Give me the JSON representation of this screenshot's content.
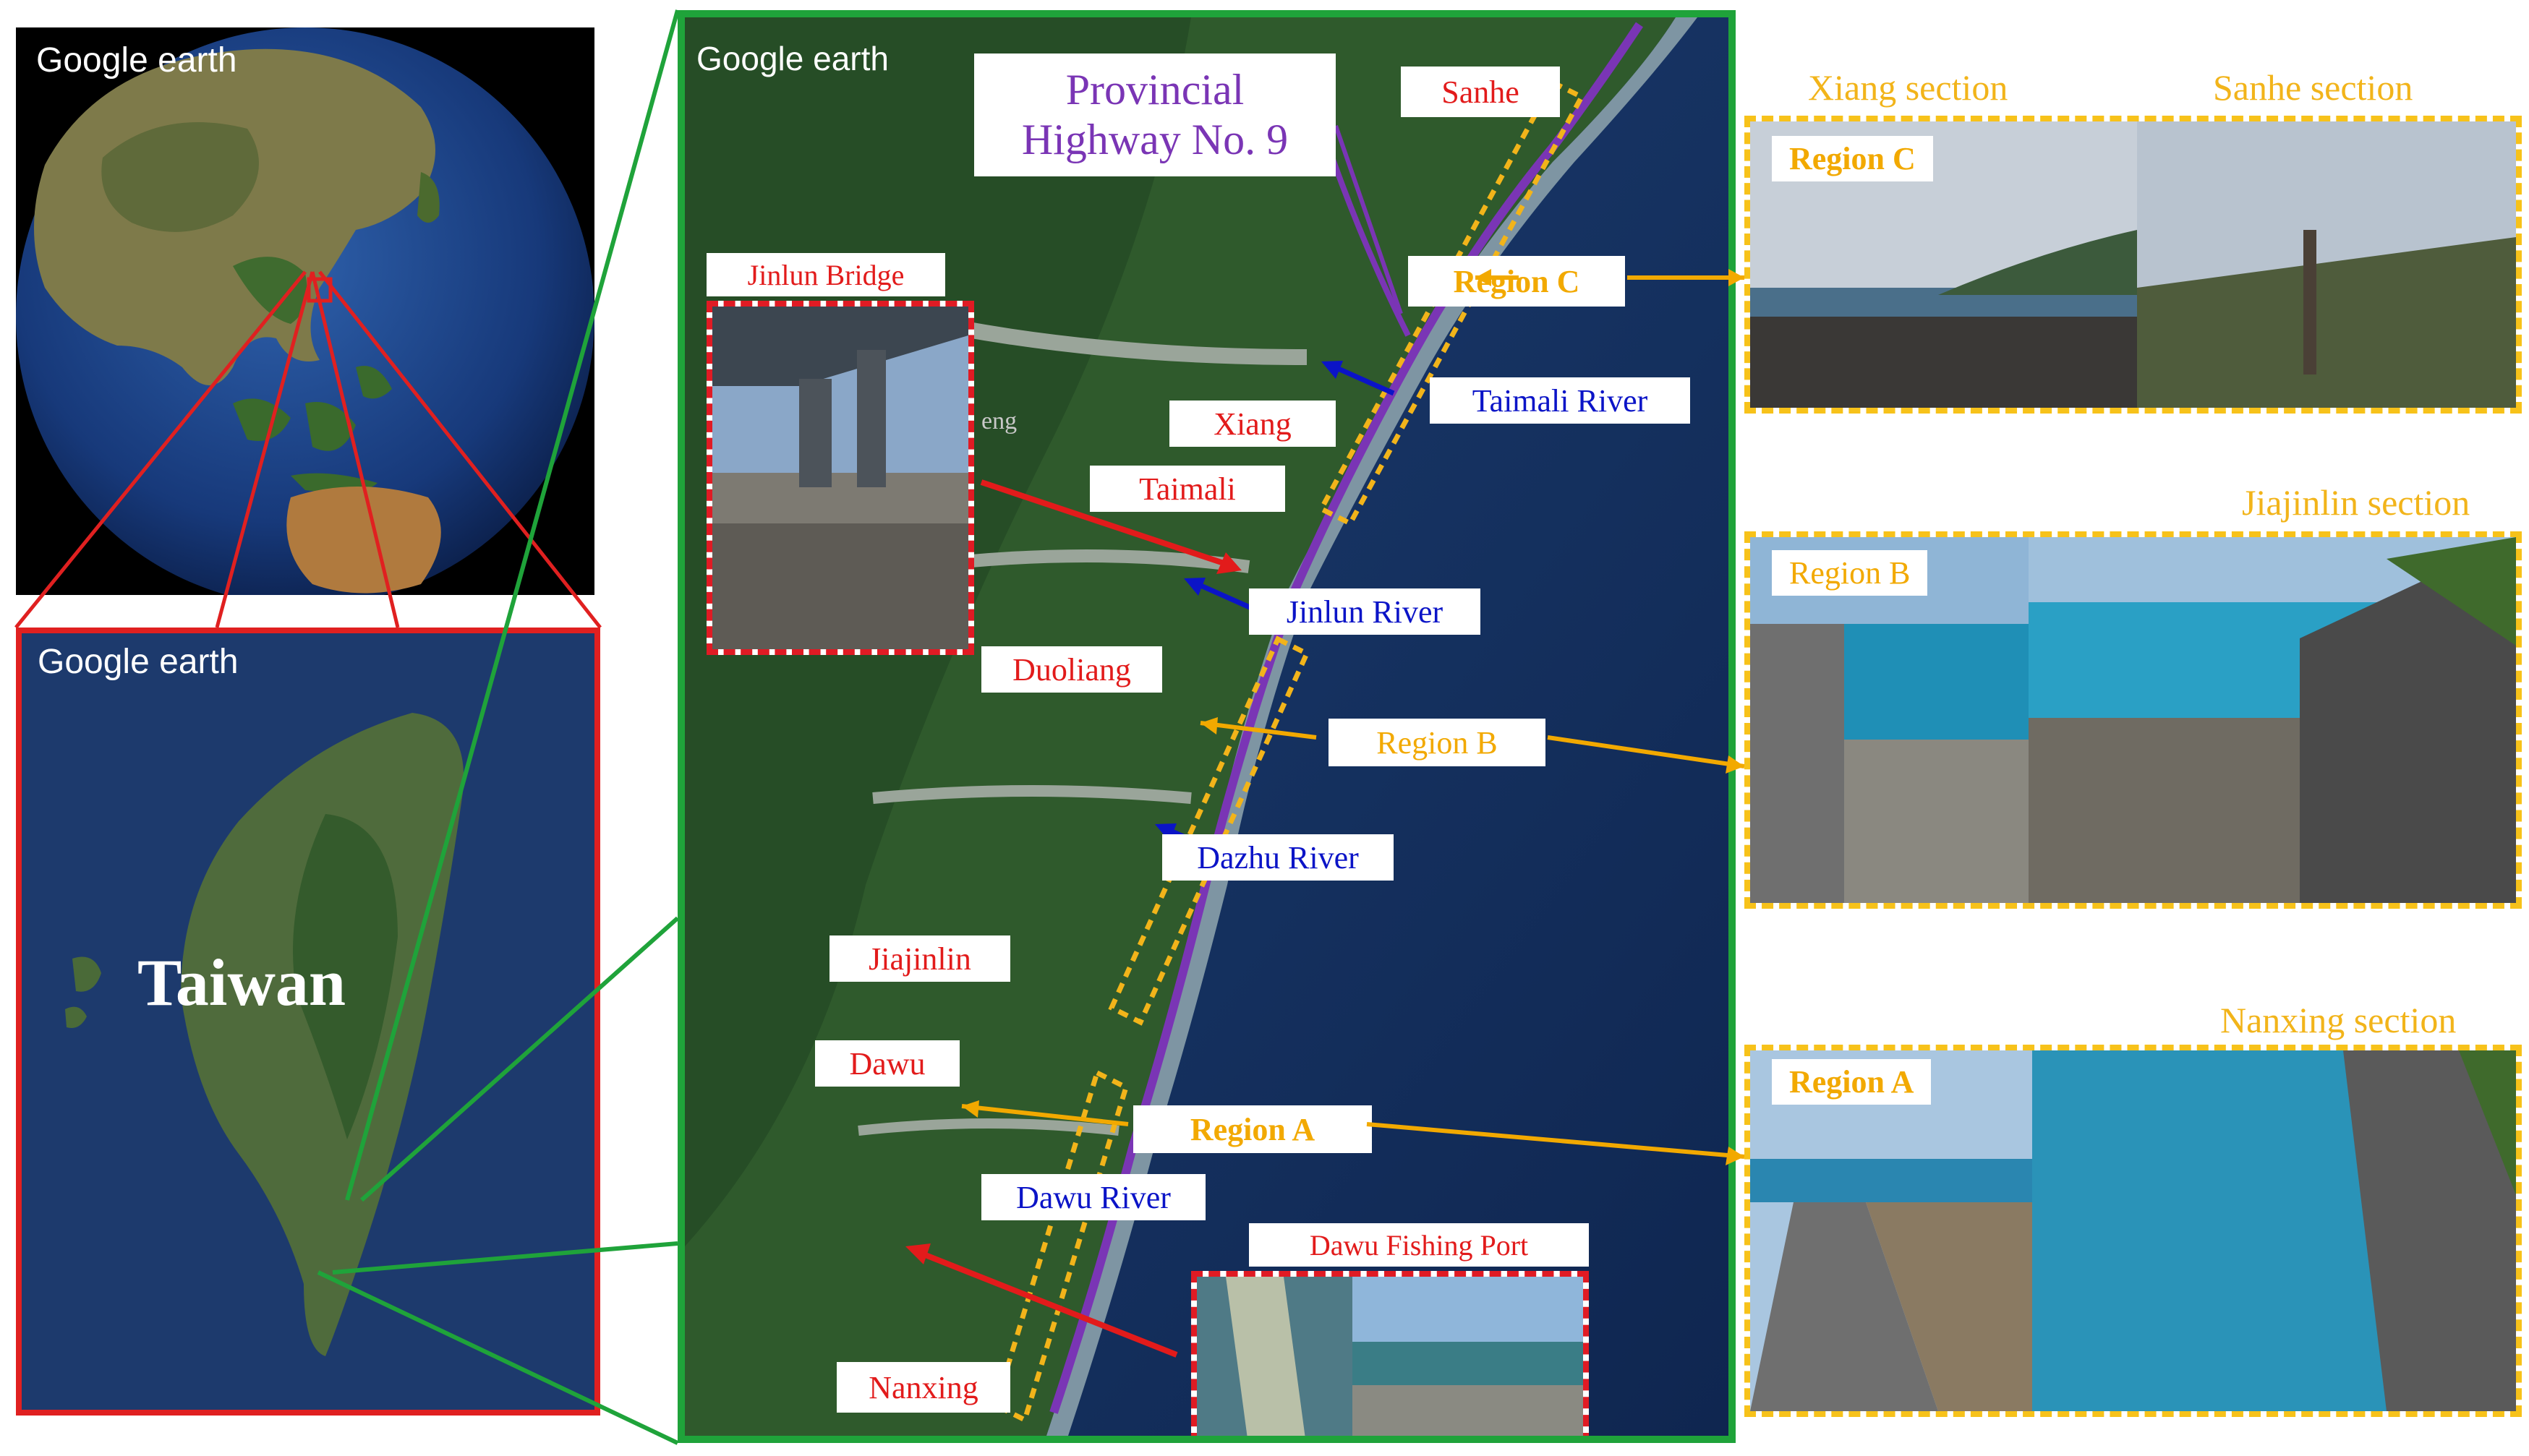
{
  "globe_panel": {
    "brand": "Google earth"
  },
  "taiwan_panel": {
    "brand": "Google earth",
    "island_label": "Taiwan"
  },
  "main_map": {
    "brand": "Google earth",
    "highway_label_line1": "Provincial",
    "highway_label_line2": "Highway No. 9",
    "places": [
      "Sanhe",
      "Xiang",
      "Taimali",
      "Duoliang",
      "Jiajinlin",
      "Dawu",
      "Nanxing"
    ],
    "rivers": [
      "Taimali River",
      "Jinlun River",
      "Dazhu River",
      "Dawu River"
    ],
    "regions": [
      "Region C",
      "Region B",
      "Region A"
    ],
    "insets": {
      "jinlun_bridge": "Jinlun Bridge",
      "dawu_port": "Dawu Fishing Port"
    },
    "faint_text": "eng"
  },
  "photo_panels": {
    "top": {
      "sections": [
        "Xiang section",
        "Sanhe section"
      ],
      "region": "Region C"
    },
    "middle": {
      "section": "Jiajinlin section",
      "region": "Region B"
    },
    "bottom": {
      "section": "Nanxing section",
      "region": "Region A"
    }
  },
  "colors": {
    "red": "#e21b1b",
    "blue": "#0b14c7",
    "orange": "#f2a900",
    "purple": "#7a35b5",
    "green": "#1fa33a"
  }
}
